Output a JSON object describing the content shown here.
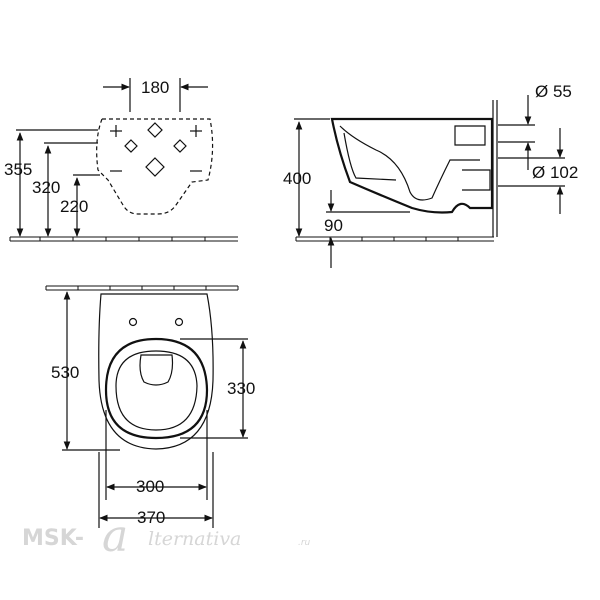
{
  "diagram": {
    "front_view": {
      "width_between_holes": "180",
      "height_total": "355",
      "height_mid": "320",
      "height_low": "220"
    },
    "side_view": {
      "height": "400",
      "floor_offset": "90",
      "inlet_diameter": "Ø 55",
      "outlet_diameter": "Ø 102"
    },
    "top_view": {
      "length": "530",
      "seat_length": "330",
      "inner_width": "300",
      "outer_width": "370"
    },
    "watermark": {
      "part1": "MSK-",
      "part2": "a",
      "part3": "lternativa",
      "part4": ".ru"
    }
  }
}
